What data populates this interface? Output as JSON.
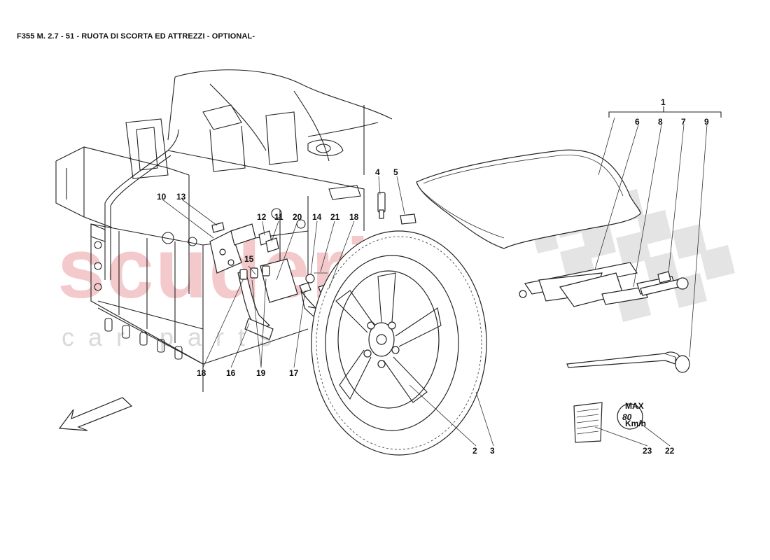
{
  "header": {
    "title": "F355 M. 2.7 - 51 - RUOTA DI SCORTA ED ATTREZZI - OPTIONAL-"
  },
  "watermark": {
    "main": "scuderia",
    "sub": "car parts",
    "color_main": "#f4c9cb",
    "color_sub": "#d9d9d9"
  },
  "labels": {
    "decal_speed": "80",
    "decal_max": "MAX",
    "decal_unit": "Km/h"
  },
  "callouts": [
    {
      "id": "c1",
      "text": "1"
    },
    {
      "id": "c6",
      "text": "6"
    },
    {
      "id": "c8",
      "text": "8"
    },
    {
      "id": "c7",
      "text": "7"
    },
    {
      "id": "c9",
      "text": "9"
    },
    {
      "id": "c4",
      "text": "4"
    },
    {
      "id": "c5",
      "text": "5"
    },
    {
      "id": "c10",
      "text": "10"
    },
    {
      "id": "c13",
      "text": "13"
    },
    {
      "id": "c12",
      "text": "12"
    },
    {
      "id": "c11",
      "text": "11"
    },
    {
      "id": "c20",
      "text": "20"
    },
    {
      "id": "c14",
      "text": "14"
    },
    {
      "id": "c21",
      "text": "21"
    },
    {
      "id": "c18a",
      "text": "18"
    },
    {
      "id": "c15",
      "text": "15"
    },
    {
      "id": "c18b",
      "text": "18"
    },
    {
      "id": "c16",
      "text": "16"
    },
    {
      "id": "c19",
      "text": "19"
    },
    {
      "id": "c17",
      "text": "17"
    },
    {
      "id": "c2",
      "text": "2"
    },
    {
      "id": "c3",
      "text": "3"
    },
    {
      "id": "c23",
      "text": "23"
    },
    {
      "id": "c22",
      "text": "22"
    }
  ]
}
